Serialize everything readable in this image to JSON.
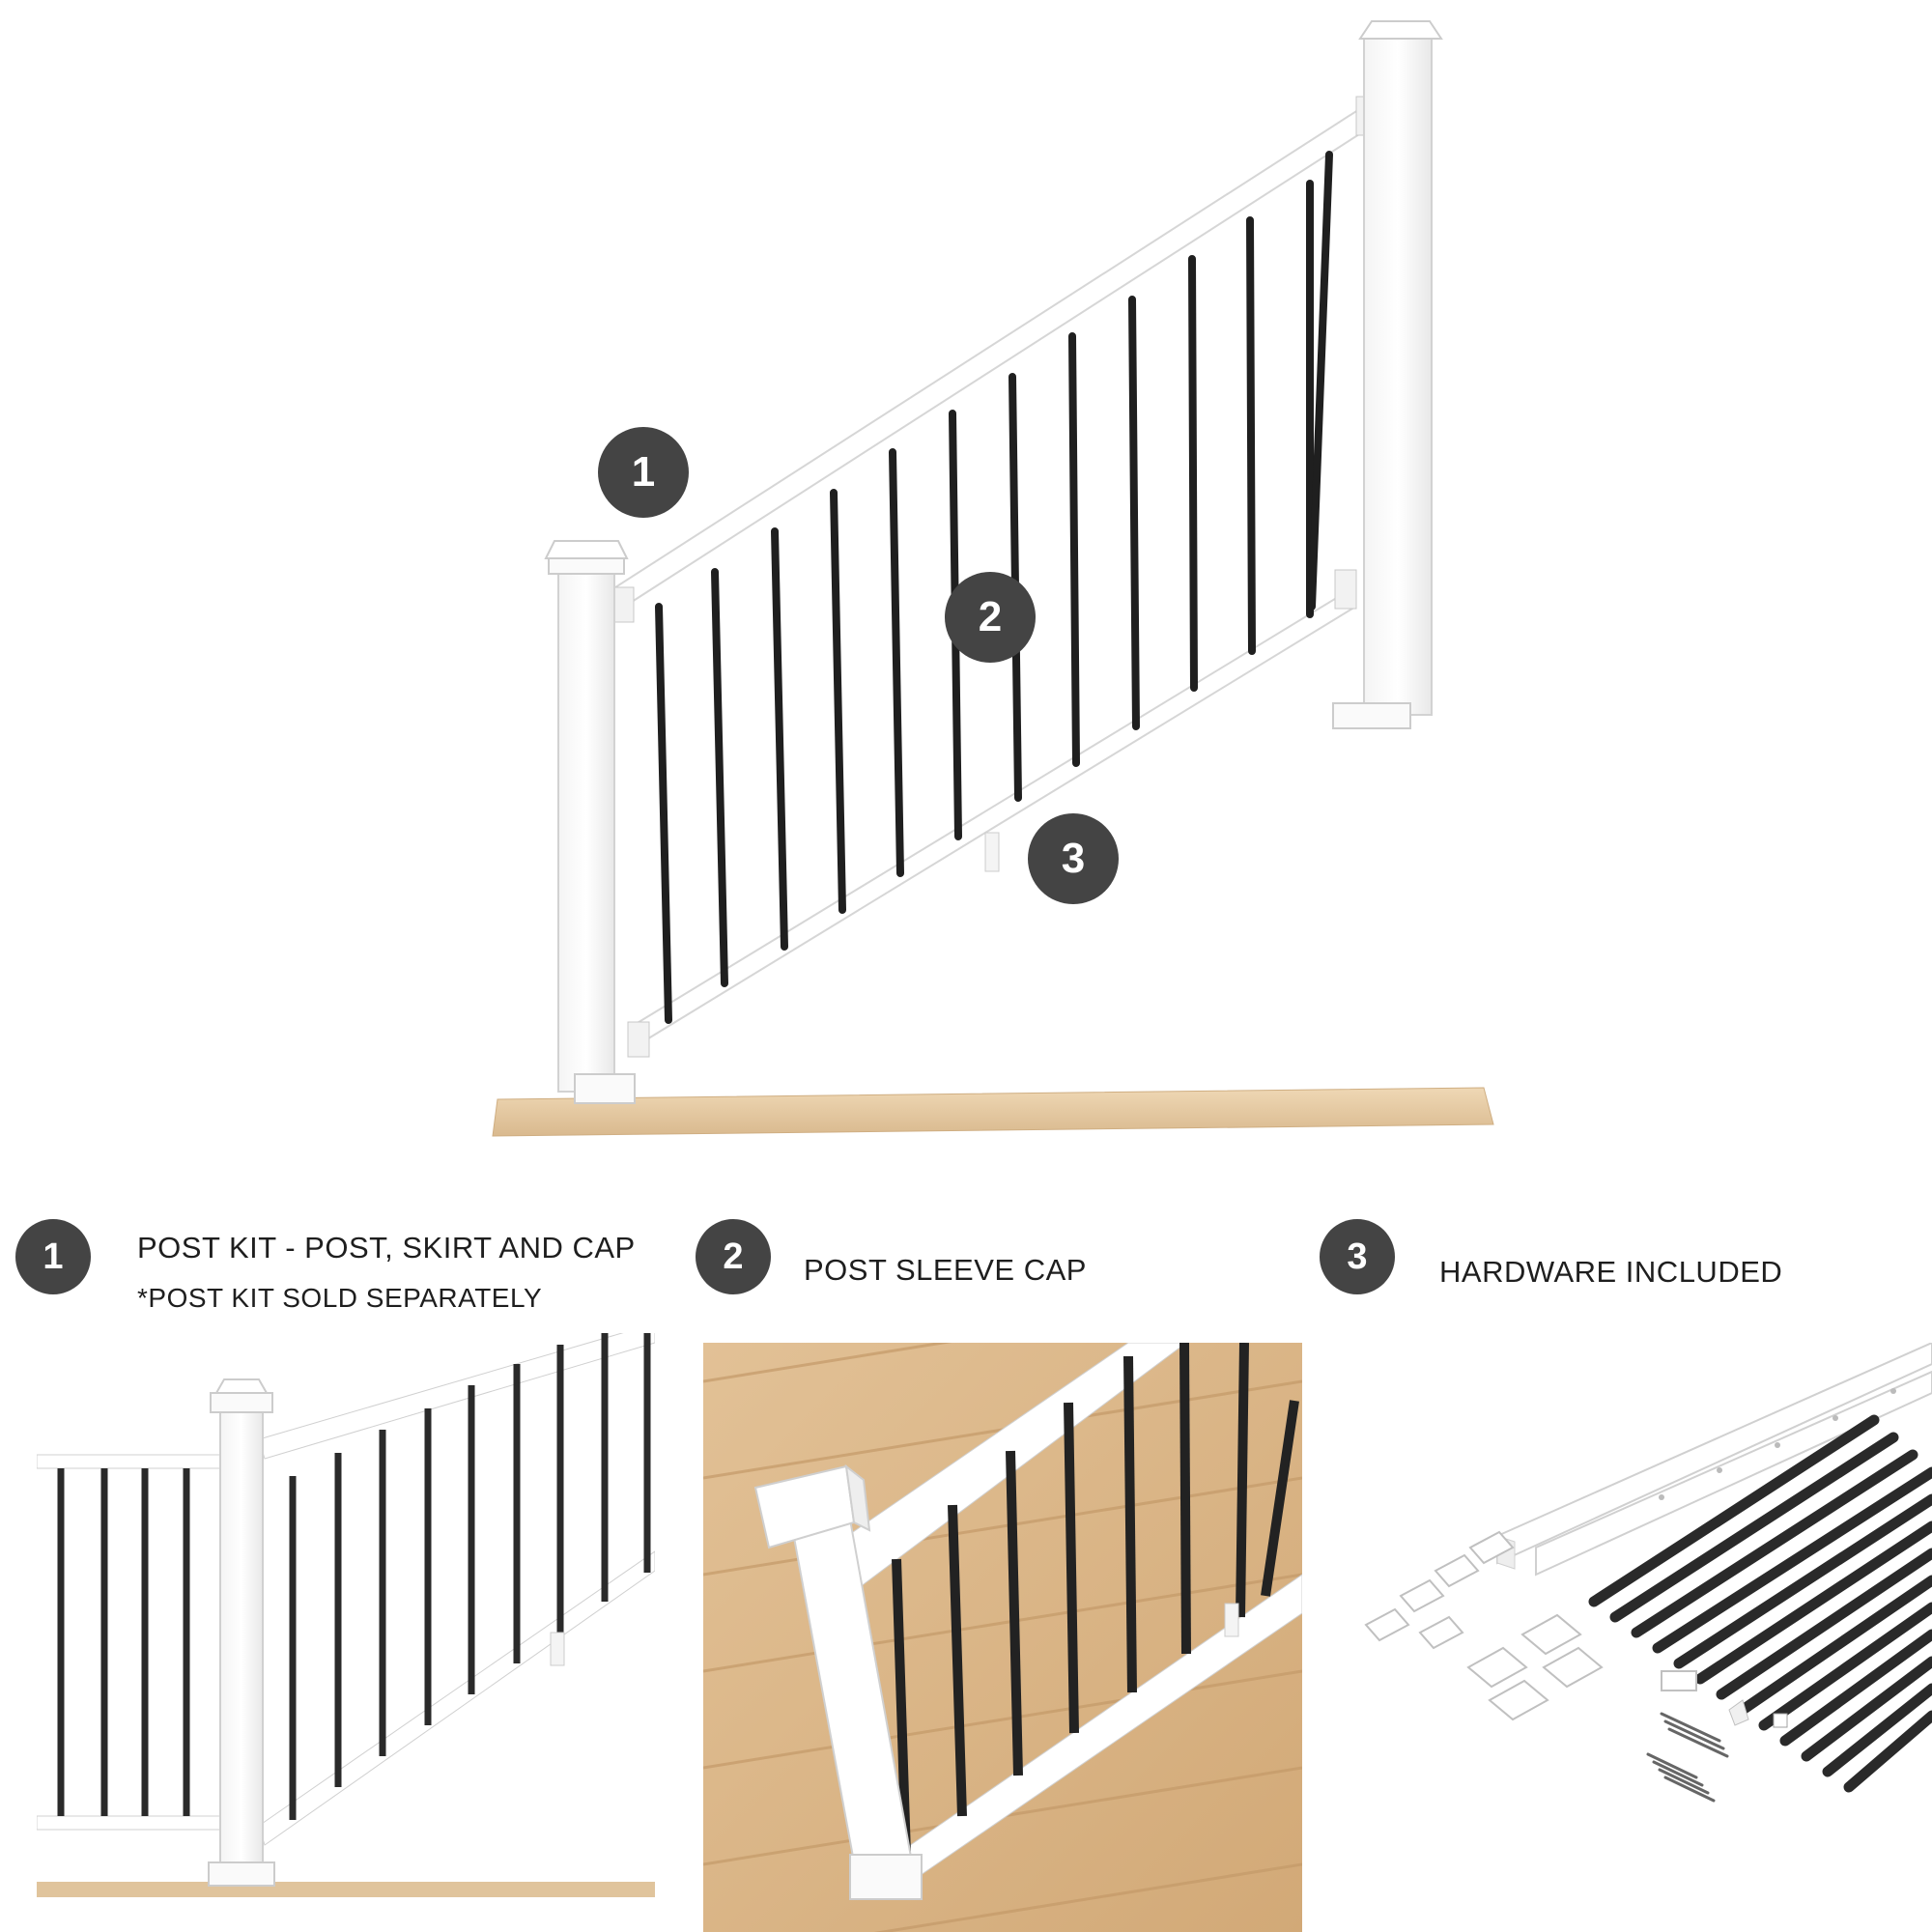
{
  "hero": {
    "markers": [
      "1",
      "2",
      "3"
    ]
  },
  "features": [
    {
      "number": "1",
      "title": "POST KIT - POST, SKIRT AND CAP",
      "note": "*POST KIT SOLD SEPARATELY"
    },
    {
      "number": "2",
      "title": "POST SLEEVE CAP"
    },
    {
      "number": "3",
      "title": "HARDWARE INCLUDED"
    }
  ],
  "colors": {
    "badge": "#444444",
    "rail": "#ffffff",
    "baluster": "#1f1f1f",
    "deck": "#e3c9a2"
  },
  "icons": [
    "post-icon",
    "baluster-icon",
    "bracket-icon",
    "screw-icon"
  ]
}
